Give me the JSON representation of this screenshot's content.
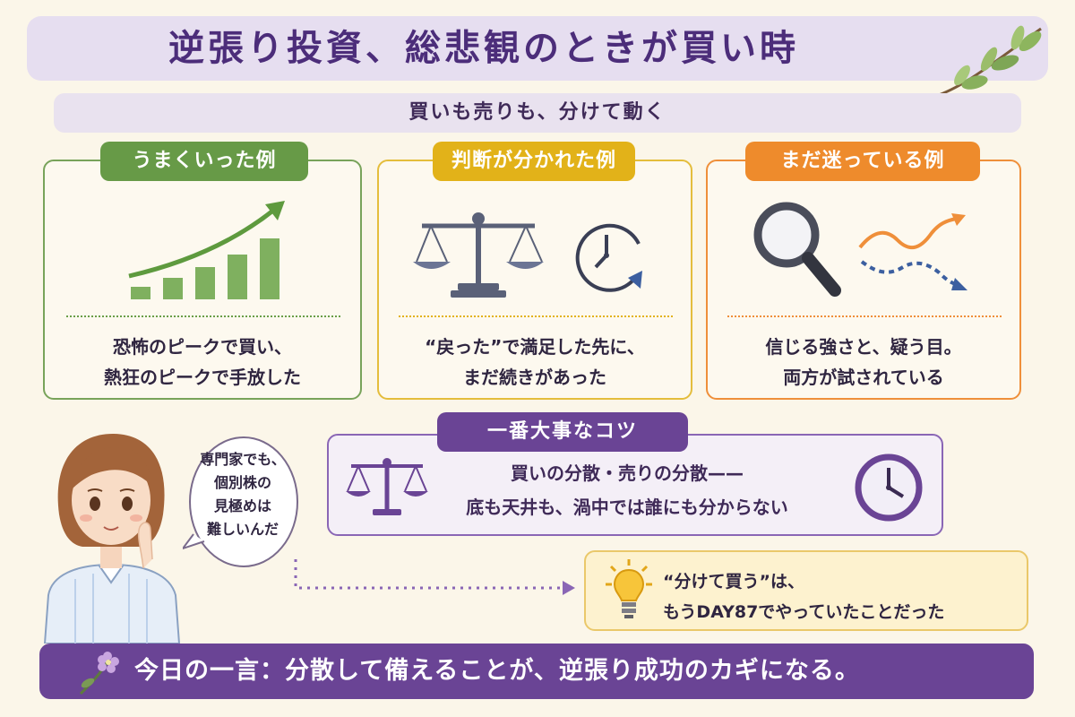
{
  "header": {
    "title": "逆張り投資、総悲観のときが買い時"
  },
  "subtitle": "買いも売りも、分けて動く",
  "cards": [
    {
      "tag": "うまくいった例",
      "line1": "恐怖のピークで買い、",
      "line2": "熱狂のピークで手放した"
    },
    {
      "tag": "判断が分かれた例",
      "line1": "“戻った”で満足した先に、",
      "line2": "まだ続きがあった"
    },
    {
      "tag": "まだ迷っている例",
      "line1": "信じる強さと、疑う目。",
      "line2": "両方が試されている"
    }
  ],
  "key_tip": {
    "tag": "一番大事なコツ",
    "line1": "買いの分散・売りの分散——",
    "line2": "底も天井も、渦中では誰にも分からない"
  },
  "speech_bubble": {
    "lines": [
      "専門家でも、",
      "個別株の",
      "見極めは",
      "難しいんだ"
    ]
  },
  "note": {
    "line1": "“分けて買う”は、",
    "line2": "もうDAY87でやっていたことだった"
  },
  "footer": {
    "quote": "今日の一言：分散して備えることが、逆張り成功のカギになる。"
  },
  "colors": {
    "purple": "#6a4495",
    "green": "#679a47",
    "yellow": "#e2b219",
    "orange": "#ee8b2c",
    "background": "#fbf6e9"
  },
  "icons": [
    "leaf-sprig-icon",
    "growth-chart-icon",
    "balance-scale-icon",
    "clock-rewind-icon",
    "magnifier-icon",
    "wavy-arrows-icon",
    "clock-icon",
    "lightbulb-icon",
    "flower-icon"
  ]
}
